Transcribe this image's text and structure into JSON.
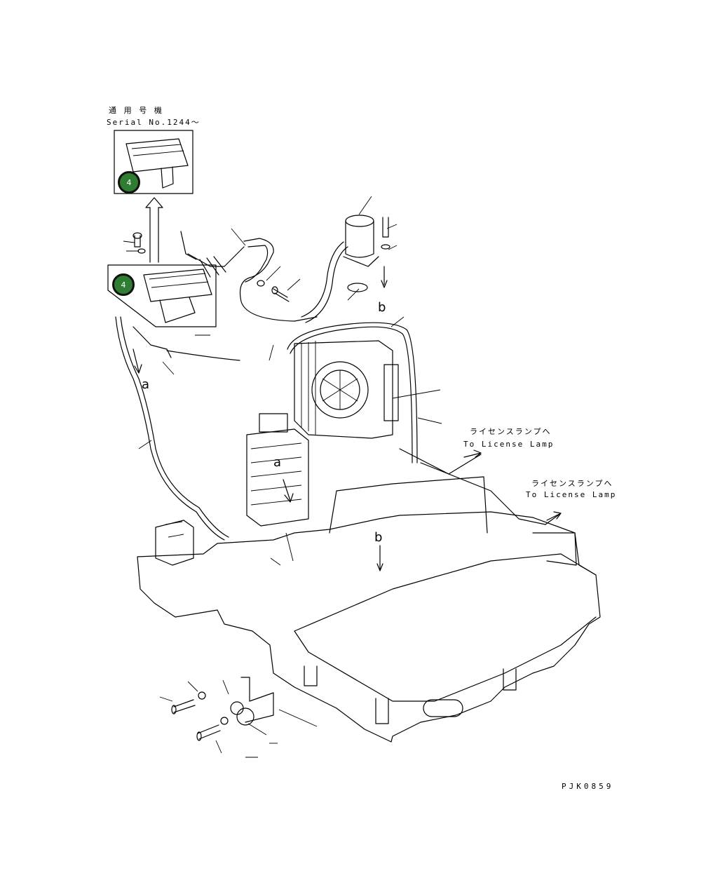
{
  "serial_header": {
    "jp": "通 用 号 機",
    "en": "Serial No.1244～"
  },
  "callouts": {
    "badge_top": "4",
    "badge_mid": "4"
  },
  "letters": {
    "a1": "a",
    "a2": "a",
    "b1": "b",
    "b2": "b"
  },
  "lamp_labels": [
    {
      "jp": "ライセンスランプへ",
      "en": "To License Lamp"
    },
    {
      "jp": "ライセンスランプへ",
      "en": "To License Lamp"
    }
  ],
  "drawing_code": "PJK0859"
}
